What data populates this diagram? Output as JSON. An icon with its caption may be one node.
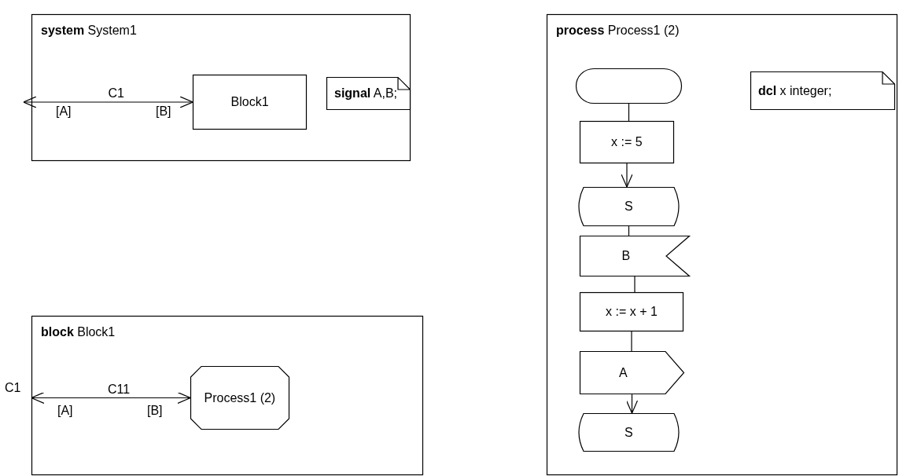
{
  "diagram": {
    "nodes": [
      {
        "text": [
          "**system** System1"
        ]
      },
      {
        "text": [
          "Block1"
        ],
        "in": 0
      },
      {
        "text": [
          "**signal** A,B;"
        ],
        "in": 0
      },
      {
        "text": [
          "**block** Block1"
        ]
      },
      {
        "text": [
          "Process1 (2)"
        ],
        "in": 3
      },
      {
        "text": [
          "**process** Process1 (2)"
        ]
      },
      {
        "text": [],
        "shape": "box",
        "in": 5
      },
      {
        "text": [
          "x := 5"
        ],
        "in": 5
      },
      {
        "text": [
          "S"
        ],
        "in": 5
      },
      {
        "text": [
          "B"
        ],
        "in": 5
      },
      {
        "text": [
          "x := x + 1"
        ],
        "in": 5
      },
      {
        "text": [
          "A"
        ],
        "in": 5
      },
      {
        "text": [
          "S"
        ],
        "in": 5
      },
      {
        "text": [
          "**dcl** x integer;"
        ],
        "in": 5
      }
    ],
    "edges": [
      {
        "from": null,
        "to": 1,
        "arrow": "both",
        "label": "C1"
      },
      {
        "from": 3,
        "to": 4,
        "arrow": "both",
        "label": "C11"
      },
      {
        "from": 6,
        "to": 7,
        "arrow": "none"
      },
      {
        "from": 7,
        "to": 8,
        "arrow": "to"
      },
      {
        "from": 8,
        "to": 9,
        "arrow": "none"
      },
      {
        "from": 9,
        "to": 10,
        "arrow": "none"
      },
      {
        "from": 10,
        "to": 11,
        "arrow": "none"
      },
      {
        "from": 11,
        "to": 12,
        "arrow": "to"
      }
    ],
    "labels": [
      "[A]",
      "[B]",
      "C1",
      "[A]",
      "[B]"
    ]
  }
}
